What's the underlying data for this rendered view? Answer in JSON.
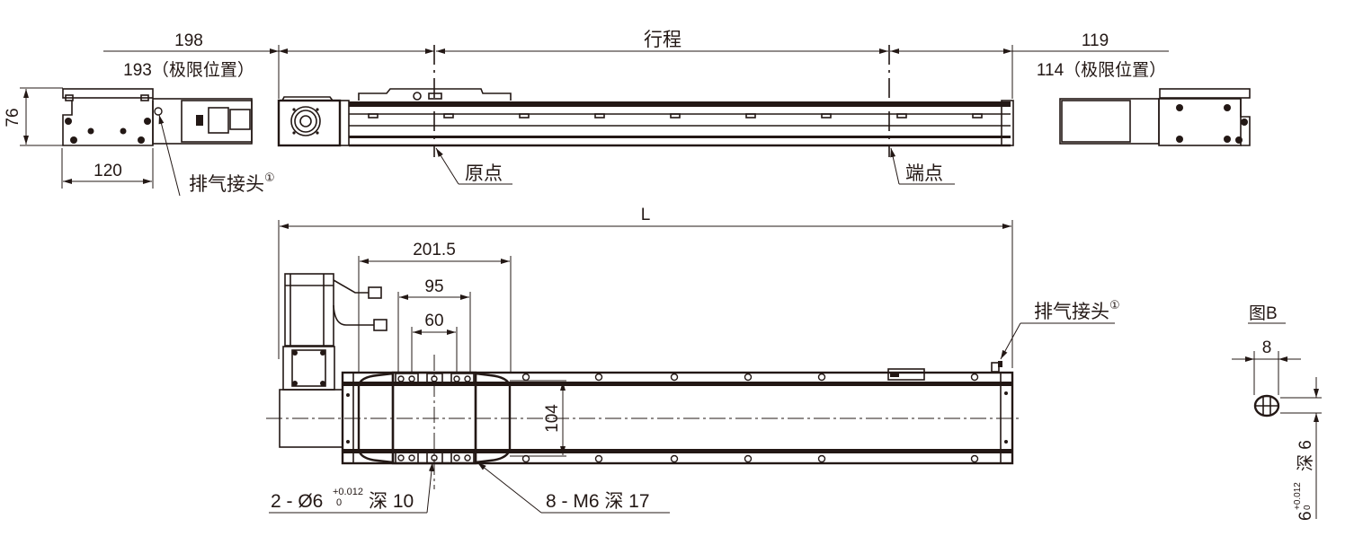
{
  "drawing": {
    "line_color": "#231815",
    "background": "#ffffff"
  },
  "top_views": {
    "left_end_view": {
      "dim_top": "198",
      "dim_top_limit": "193（极限位置）",
      "height": "76",
      "width": "120",
      "exhaust_label": "排气接头",
      "exhaust_superscript": "①"
    },
    "side_view": {
      "stroke_label": "行程",
      "origin_label": "原点",
      "end_label": "端点"
    },
    "right_end_view": {
      "dim_top": "119",
      "dim_top_limit": "114（极限位置）"
    }
  },
  "plan_view": {
    "length_label": "L",
    "dim_201_5": "201.5",
    "dim_95": "95",
    "dim_60": "60",
    "dim_104": "104",
    "exhaust_label": "排气接头",
    "exhaust_superscript": "①",
    "pin_hole_callout": {
      "prefix": "2 - Ø6",
      "tol_upper": "+0.012",
      "tol_lower": "0",
      "suffix": "深 10"
    },
    "tap_callout": "8 - M6 深 17"
  },
  "detail_b": {
    "title": "图B",
    "width": "8",
    "depth_prefix": "6",
    "tol_upper": "+0.012",
    "tol_lower": "0",
    "depth_suffix": "深 6"
  }
}
